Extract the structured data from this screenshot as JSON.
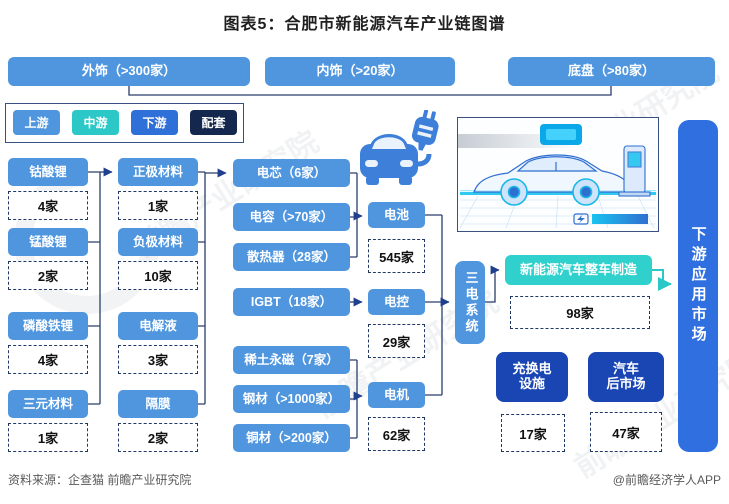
{
  "title": "图表5：合肥市新能源汽车产业链图谱",
  "colors": {
    "lightblue": "#4f96df",
    "teal": "#2cc7c7",
    "royal": "#2e6fd8",
    "navy": "#14274f",
    "deepblue": "#1a46b4",
    "mfg_teal": "#30d0cc",
    "tall_blue": "#2f6fe0",
    "connector": "#2a3f6e",
    "arrow": "#1f3f8f",
    "count_border": "#1f3864",
    "title_color": "#1f1f1f",
    "footer_gray": "#595959"
  },
  "top_row": [
    {
      "label": "外饰（>300家）"
    },
    {
      "label": "内饰（>20家）"
    },
    {
      "label": "底盘（>80家）"
    }
  ],
  "legend": [
    {
      "label": "上游"
    },
    {
      "label": "中游"
    },
    {
      "label": "下游"
    },
    {
      "label": "配套"
    }
  ],
  "col1": [
    {
      "name": "钴酸锂",
      "count": "4家"
    },
    {
      "name": "锰酸锂",
      "count": "2家"
    },
    {
      "name": "磷酸铁锂",
      "count": "4家"
    },
    {
      "name": "三元材料",
      "count": "1家"
    }
  ],
  "col2": [
    {
      "name": "正极材料",
      "count": "1家"
    },
    {
      "name": "负极材料",
      "count": "10家"
    },
    {
      "name": "电解液",
      "count": "3家"
    },
    {
      "name": "隔膜",
      "count": "2家"
    }
  ],
  "col3": [
    {
      "name": "电芯（6家）"
    },
    {
      "name": "电容（>70家）"
    },
    {
      "name": "散热器（28家）"
    },
    {
      "name": "IGBT（18家）"
    },
    {
      "name": "稀土永磁（7家）"
    },
    {
      "name": "钢材（>1000家）"
    },
    {
      "name": "铜材（>200家）"
    }
  ],
  "col4": [
    {
      "name": "电池",
      "count": "545家"
    },
    {
      "name": "电控",
      "count": "29家"
    },
    {
      "name": "电机",
      "count": "62家"
    }
  ],
  "three_electric_system": "三电系统",
  "vehicle_manufacturing": {
    "label": "新能源汽车整车制造",
    "count": "98家"
  },
  "support_facilities": [
    {
      "line1": "充换电",
      "line2": "设施",
      "count": "17家"
    },
    {
      "line1": "汽车",
      "line2": "后市场",
      "count": "47家"
    }
  ],
  "downstream_market": "下游应用市场",
  "footer": {
    "source": "资料来源：企查猫 前瞻产业研究院",
    "credit": "@前瞻经济学人APP"
  },
  "watermark": "前瞻产业研究院"
}
